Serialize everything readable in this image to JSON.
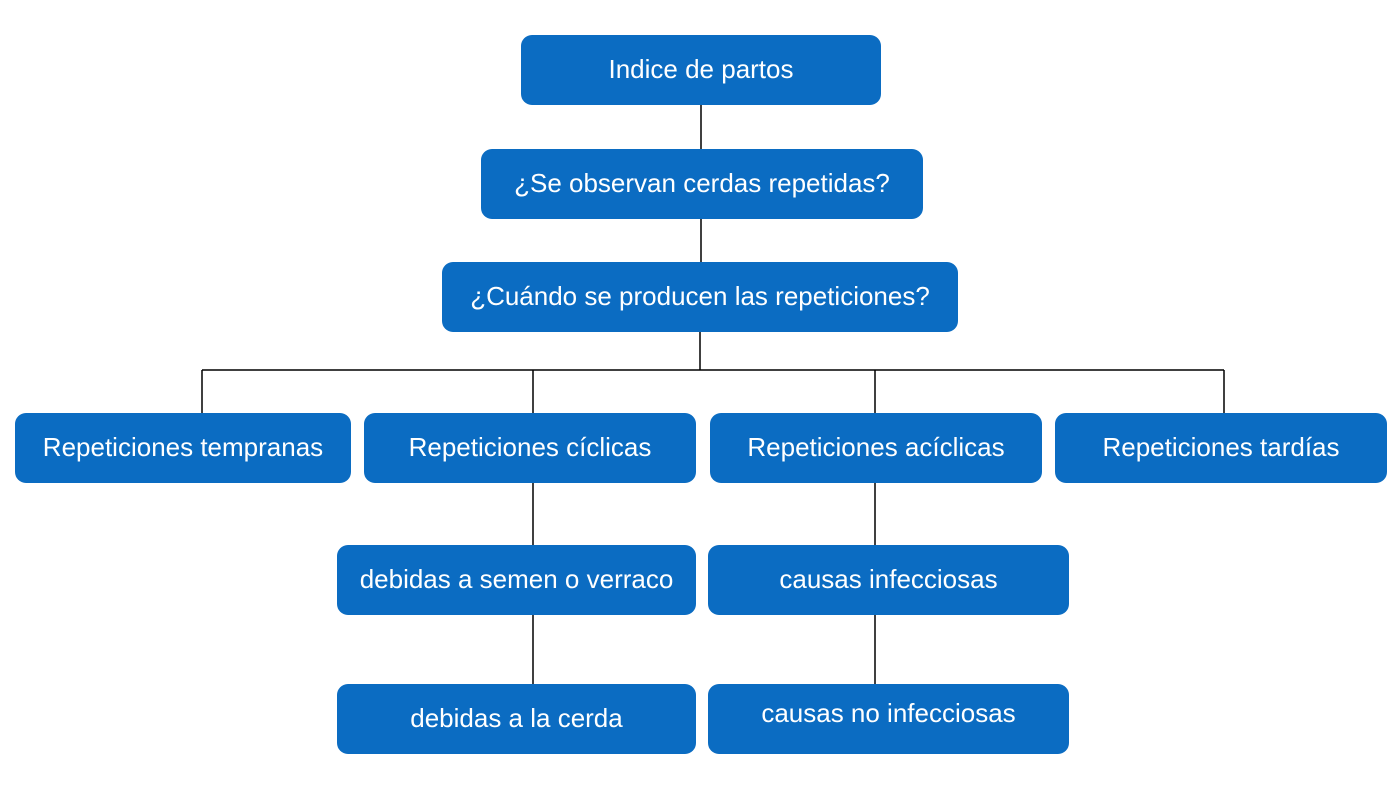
{
  "diagram": {
    "type": "flowchart",
    "language": "es",
    "colors": {
      "node_fill": "#0b6cc2",
      "node_text": "#ffffff",
      "connector": "#000000",
      "background": "#ffffff"
    },
    "nodes": {
      "indice_de_partos": {
        "label": "Indice de partos"
      },
      "se_observan_cerdas_repetidas": {
        "label": "¿Se observan cerdas repetidas?"
      },
      "cuando_se_producen_las_repeticiones": {
        "label": "¿Cuándo se producen las repeticiones?"
      },
      "repeticiones_tempranas": {
        "label": "Repeticiones tempranas"
      },
      "repeticiones_ciclicas": {
        "label": "Repeticiones cíclicas"
      },
      "repeticiones_aciclicas": {
        "label": "Repeticiones acíclicas"
      },
      "repeticiones_tardias": {
        "label": "Repeticiones tardías"
      },
      "debidas_a_semen_o_verraco": {
        "label": "debidas a semen o verraco"
      },
      "causas_infecciosas": {
        "label": "causas infecciosas"
      },
      "debidas_a_la_cerda": {
        "label": "debidas a la cerda"
      },
      "causas_no_infecciosas": {
        "label": "causas no infecciosas"
      }
    },
    "edges": [
      {
        "from": "indice_de_partos",
        "to": "se_observan_cerdas_repetidas"
      },
      {
        "from": "se_observan_cerdas_repetidas",
        "to": "cuando_se_producen_las_repeticiones"
      },
      {
        "from": "cuando_se_producen_las_repeticiones",
        "to": "repeticiones_tempranas"
      },
      {
        "from": "cuando_se_producen_las_repeticiones",
        "to": "repeticiones_ciclicas"
      },
      {
        "from": "cuando_se_producen_las_repeticiones",
        "to": "repeticiones_aciclicas"
      },
      {
        "from": "cuando_se_producen_las_repeticiones",
        "to": "repeticiones_tardias"
      },
      {
        "from": "repeticiones_ciclicas",
        "to": "debidas_a_semen_o_verraco"
      },
      {
        "from": "repeticiones_aciclicas",
        "to": "causas_infecciosas"
      },
      {
        "from": "debidas_a_semen_o_verraco",
        "to": "debidas_a_la_cerda"
      },
      {
        "from": "causas_infecciosas",
        "to": "causas_no_infecciosas"
      }
    ]
  }
}
